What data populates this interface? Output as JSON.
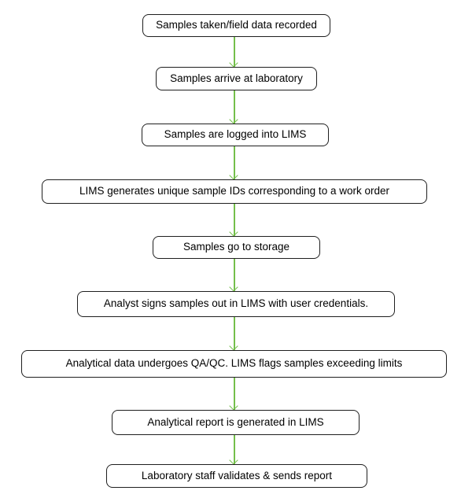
{
  "flowchart": {
    "type": "vertical-flowchart",
    "colors": {
      "arrow": "#74bf4b",
      "node_border": "#1f1f1f",
      "node_fill": "#ffffff",
      "text": "#000000",
      "background": "#ffffff"
    },
    "nodes": [
      {
        "label": "Samples taken/field data recorded"
      },
      {
        "label": "Samples arrive at laboratory"
      },
      {
        "label": "Samples are logged into LIMS"
      },
      {
        "label": "LIMS generates unique sample IDs corresponding to a work order"
      },
      {
        "label": "Samples go to storage"
      },
      {
        "label": "Analyst signs samples out in LIMS with user credentials."
      },
      {
        "label": "Analytical data undergoes QA/QC. LIMS flags samples exceeding limits"
      },
      {
        "label": "Analytical report is generated in LIMS"
      },
      {
        "label": "Laboratory staff validates & sends report"
      }
    ],
    "edges": [
      {
        "from": 0,
        "to": 1
      },
      {
        "from": 1,
        "to": 2
      },
      {
        "from": 2,
        "to": 3
      },
      {
        "from": 3,
        "to": 4
      },
      {
        "from": 4,
        "to": 5
      },
      {
        "from": 5,
        "to": 6
      },
      {
        "from": 6,
        "to": 7
      },
      {
        "from": 7,
        "to": 8
      }
    ]
  }
}
